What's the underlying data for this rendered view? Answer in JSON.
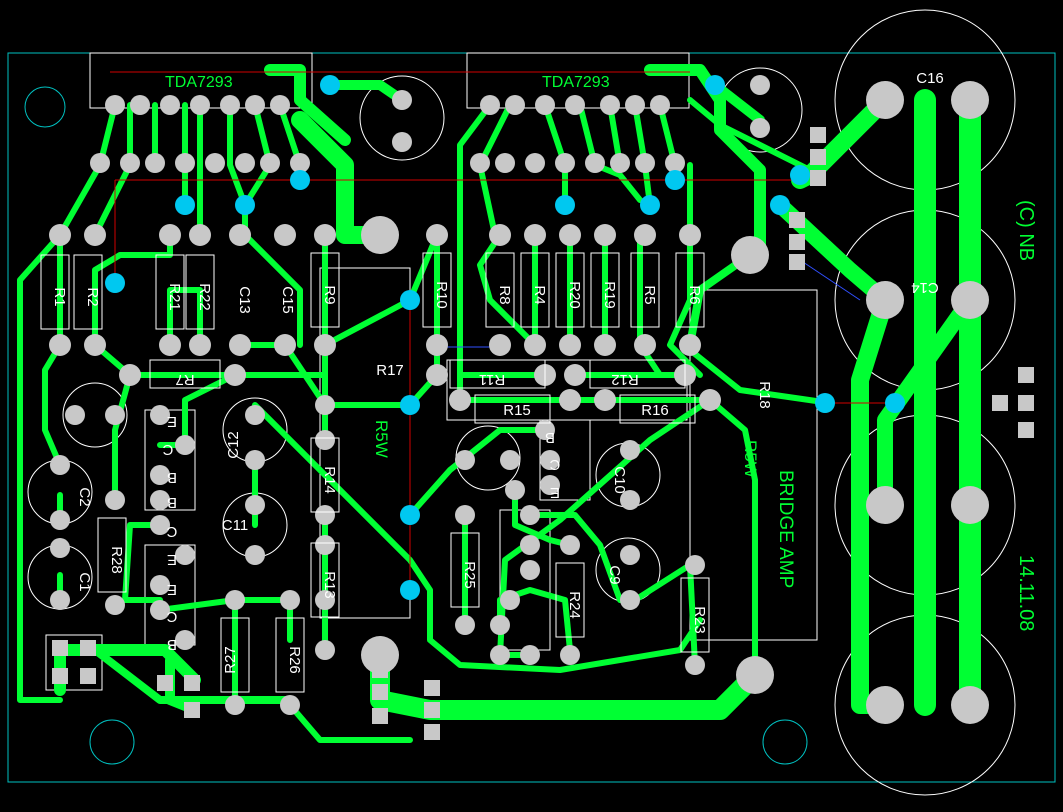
{
  "colors": {
    "background": "#000000",
    "copper": "#00ff33",
    "pad": "#c8c8c8",
    "via": "#00c8f0",
    "outline": "#ffffff",
    "board_edge": "#00c0c0",
    "ratsnest_red": "#d00000",
    "ratsnest_blue": "#3050ff"
  },
  "silkscreen": {
    "ic_left": "TDA7293",
    "ic_right": "TDA7293",
    "r5w_left": "R5W",
    "r5w_right": "R5W",
    "bridge": "BRIDGE AMP",
    "author": "(C) NB",
    "date": "14.11.08"
  },
  "components": [
    {
      "ref": "C16"
    },
    {
      "ref": "C14"
    },
    {
      "ref": "R1"
    },
    {
      "ref": "R2"
    },
    {
      "ref": "R21"
    },
    {
      "ref": "R22"
    },
    {
      "ref": "C13"
    },
    {
      "ref": "C15"
    },
    {
      "ref": "R9"
    },
    {
      "ref": "R10"
    },
    {
      "ref": "R8"
    },
    {
      "ref": "R4"
    },
    {
      "ref": "R20"
    },
    {
      "ref": "R19"
    },
    {
      "ref": "R5"
    },
    {
      "ref": "R6"
    },
    {
      "ref": "R7"
    },
    {
      "ref": "R17"
    },
    {
      "ref": "R11"
    },
    {
      "ref": "R12"
    },
    {
      "ref": "R15"
    },
    {
      "ref": "R16"
    },
    {
      "ref": "R18"
    },
    {
      "ref": "C12"
    },
    {
      "ref": "C11"
    },
    {
      "ref": "C2"
    },
    {
      "ref": "C1"
    },
    {
      "ref": "R28"
    },
    {
      "ref": "R14"
    },
    {
      "ref": "R13"
    },
    {
      "ref": "R27"
    },
    {
      "ref": "R26"
    },
    {
      "ref": "R25"
    },
    {
      "ref": "R24"
    },
    {
      "ref": "C10"
    },
    {
      "ref": "C9"
    },
    {
      "ref": "R23"
    }
  ],
  "transistor_pins": [
    "E",
    "C",
    "B",
    "B",
    "C",
    "E",
    "E",
    "C",
    "B",
    "B",
    "C",
    "E"
  ]
}
